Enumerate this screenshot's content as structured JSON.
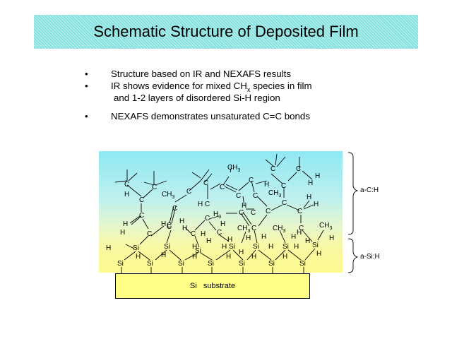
{
  "title": "Schematic Structure of Deposited Film",
  "bullets": [
    {
      "prefix": "IR shows evidence for mixed CH",
      "sub": "x",
      "suffix": " species in film",
      "line2": "and 1-2 layers of disordered Si-H region"
    }
  ],
  "bullet1": "Structure based on IR and NEXAFS results",
  "bullet3": "NEXAFS demonstrates unsaturated C=C bonds",
  "bullet_marker": "•",
  "substrate_label": "Si   substrate",
  "region_labels": {
    "upper": "a-C:H",
    "lower": "a-Si:H"
  },
  "atoms": {
    "si": "Si",
    "c": "C",
    "h": "H",
    "ch": "CH",
    "three": "3"
  },
  "colors": {
    "title_bg": "#86e2e0",
    "diagram_top": "#8fe8f3",
    "diagram_bottom": "#fdfa8e",
    "substrate": "#ffff88"
  }
}
